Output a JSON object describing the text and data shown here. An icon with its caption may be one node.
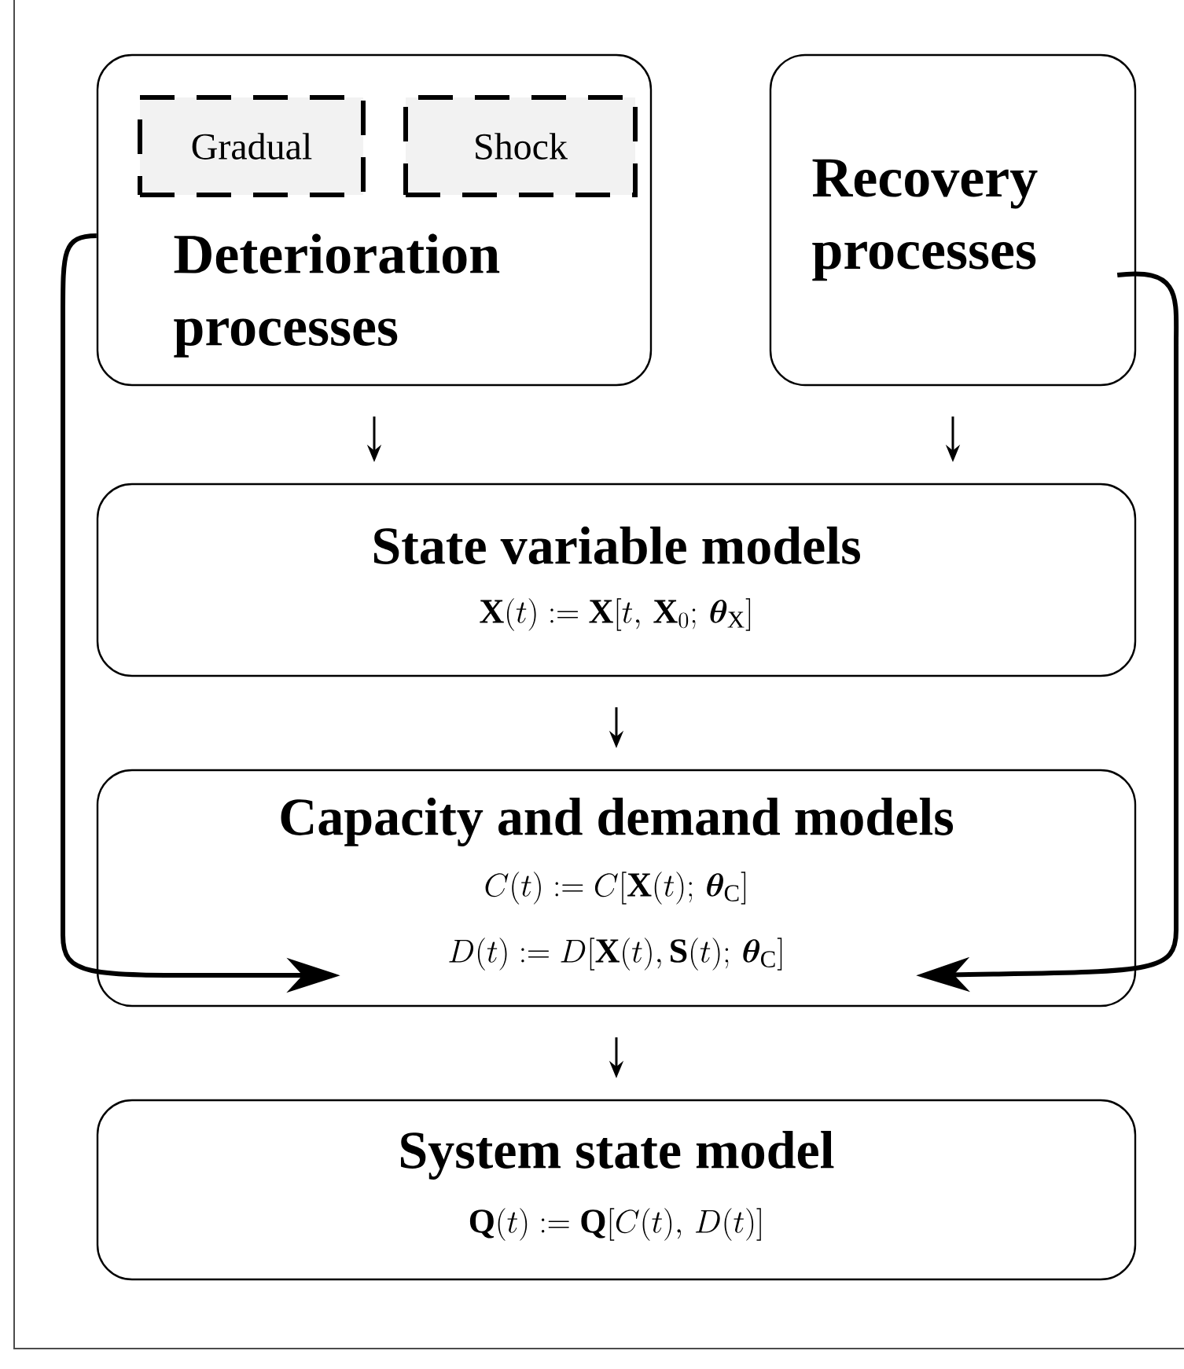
{
  "diagram": {
    "nodes": [
      {
        "text": [
          "Deterioration processes"
        ]
      },
      {
        "text": [
          "Gradual"
        ],
        "in": 0
      },
      {
        "text": [
          "Shock"
        ],
        "in": 0
      },
      {
        "text": [
          "Recovery processes"
        ]
      },
      {
        "text": [
          "State variable models",
          "\\mathbf{X}(t) := \\mathbf{X}[t,\\, \\mathbf{X}_{0};\\, \\boldsymbol{\\theta}_{\\mathrm{X}}]"
        ]
      },
      {
        "text": [
          "Capacity and demand models",
          "C(t) := C[\\mathbf{X}(t);\\, \\boldsymbol{\\theta}_{\\mathrm{C}}]",
          "D(t) := D[\\mathbf{X}(t), \\mathbf{S}(t);\\, \\boldsymbol{\\theta}_{\\mathrm{C}}]"
        ]
      },
      {
        "text": [
          "System state model",
          "\\mathbf{Q}(t) := \\mathbf{Q}[C(t),\\, D(t)]"
        ]
      }
    ],
    "edges": [
      {
        "from": 0,
        "to": 4,
        "arrow": "to"
      },
      {
        "from": 3,
        "to": 4,
        "arrow": "to"
      },
      {
        "from": 4,
        "to": 5,
        "arrow": "to"
      },
      {
        "from": 5,
        "to": 6,
        "arrow": "to"
      },
      {
        "from": 0,
        "to": 5,
        "arrow": "to",
        "style": "thick"
      },
      {
        "from": 3,
        "to": 5,
        "arrow": "to",
        "style": "thick"
      }
    ]
  }
}
